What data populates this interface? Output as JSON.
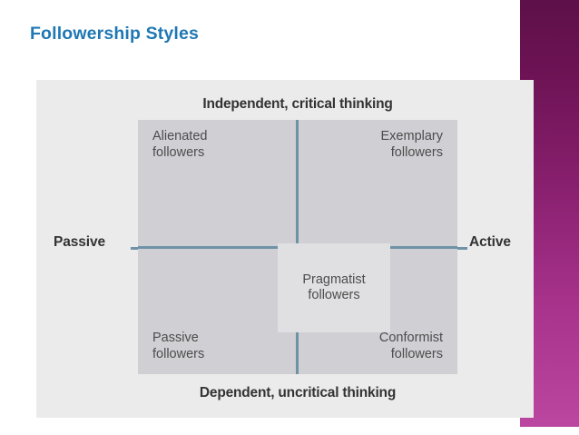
{
  "slide": {
    "title": "Followership Styles",
    "title_color": "#1f78b4",
    "background_color": "#ffffff"
  },
  "decoration": {
    "purple_bar_top_color": "#5d1049",
    "purple_bar_bottom_color": "#bb46a0"
  },
  "figure": {
    "panel_color": "#ebebeb",
    "matrix_color": "#cfcfd4",
    "center_box_color": "#e0e0e2",
    "axis_line_color": "#6f93a6",
    "axes": {
      "top_caption": "Independent, critical thinking",
      "bottom_caption": "Dependent, uncritical thinking",
      "left_label": "Passive",
      "right_label": "Active"
    },
    "quadrants": [
      {
        "position": "top-left",
        "line1": "Alienated",
        "line2": "followers"
      },
      {
        "position": "top-right",
        "line1": "Exemplary",
        "line2": "followers"
      },
      {
        "position": "bottom-left",
        "line1": "Passive",
        "line2": "followers"
      },
      {
        "position": "bottom-right",
        "line1": "Conformist",
        "line2": "followers"
      }
    ],
    "center": {
      "line1": "Pragmatist",
      "line2": "followers"
    }
  }
}
